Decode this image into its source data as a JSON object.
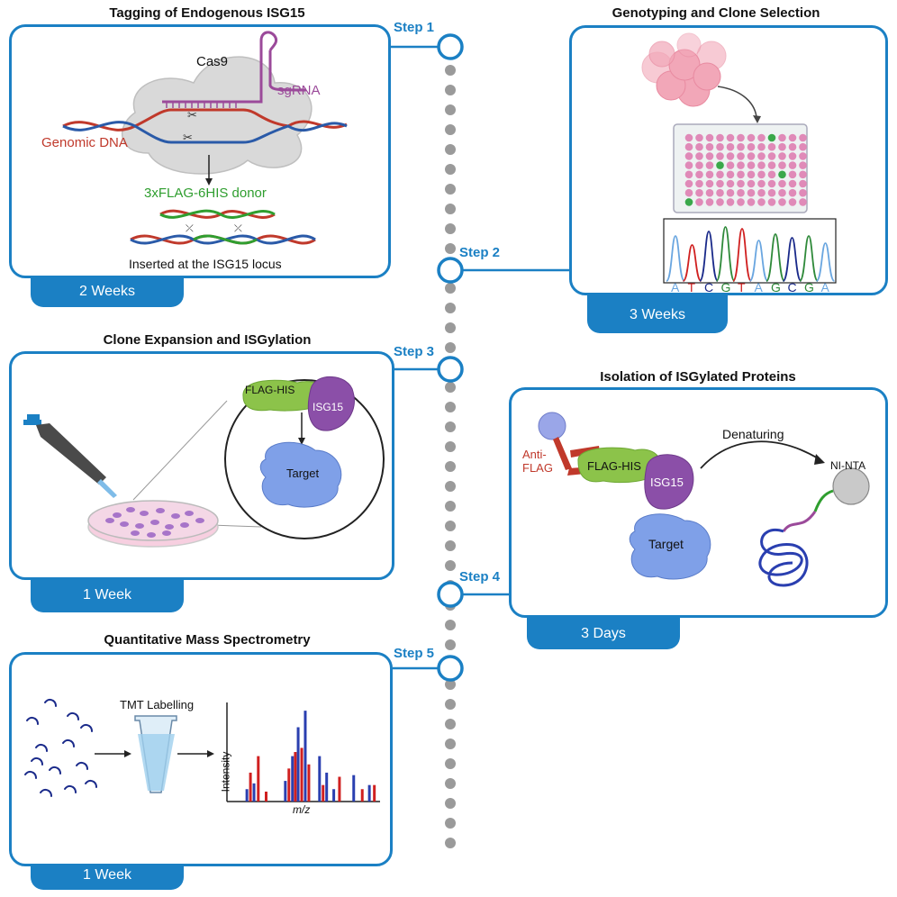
{
  "colors": {
    "accent": "#1b80c4",
    "dna_red": "#c0392b",
    "dna_blue": "#2a5aa8",
    "sgrna": "#9b4a9a",
    "flag_green": "#8cc34a",
    "isg15_purple": "#8b4fa8",
    "target_blue": "#7fa0e8",
    "donor_green": "#2f9e2f"
  },
  "steps": [
    {
      "label": "Step 1",
      "title": "Tagging of Endogenous ISG15",
      "duration": "2 Weeks"
    },
    {
      "label": "Step 2",
      "title": "Genotyping and Clone Selection",
      "duration": "3 Weeks"
    },
    {
      "label": "Step 3",
      "title": "Clone Expansion and ISGylation",
      "duration": "1 Week"
    },
    {
      "label": "Step 4",
      "title": "Isolation of ISGylated Proteins",
      "duration": "3 Days"
    },
    {
      "label": "Step 5",
      "title": "Quantitative Mass Spectrometry",
      "duration": "1 Week"
    }
  ],
  "panel1": {
    "cas9": "Cas9",
    "sgrna": "sgRNA",
    "genomic_dna": "Genomic DNA",
    "donor": "3xFLAG-6HIS donor",
    "inserted": "Inserted at the ISG15 locus"
  },
  "panel2": {
    "sequence": [
      "A",
      "T",
      "C",
      "G",
      "T",
      "A",
      "G",
      "C",
      "G",
      "A"
    ],
    "plate_rows": 8,
    "plate_cols": 12,
    "green_wells": [
      [
        0,
        8
      ],
      [
        3,
        3
      ],
      [
        4,
        9
      ],
      [
        7,
        0
      ]
    ]
  },
  "panel3": {
    "flag_his": "FLAG-HIS",
    "isg15": "ISG15",
    "target": "Target"
  },
  "panel4": {
    "anti_flag_1": "Anti-",
    "anti_flag_2": "FLAG",
    "flag_his": "FLAG-HIS",
    "isg15": "ISG15",
    "target": "Target",
    "denaturing": "Denaturing",
    "ni_nta": "NI-NTA"
  },
  "panel5": {
    "tmt": "TMT Labelling",
    "chart_data": {
      "type": "bar",
      "xlabel": "m/z",
      "ylabel": "Intensity",
      "series": [
        {
          "color": "#2a3fb0",
          "x": [
            28,
            38,
            82,
            92,
            100,
            110,
            130,
            140,
            150,
            178,
            200
          ],
          "values": [
            15,
            22,
            25,
            55,
            90,
            110,
            55,
            35,
            15,
            32,
            20
          ]
        },
        {
          "color": "#d02020",
          "x": [
            33,
            44,
            55,
            87,
            96,
            105,
            115,
            135,
            158,
            190,
            207
          ],
          "values": [
            35,
            55,
            12,
            40,
            60,
            65,
            45,
            20,
            30,
            15,
            20
          ]
        }
      ]
    }
  }
}
